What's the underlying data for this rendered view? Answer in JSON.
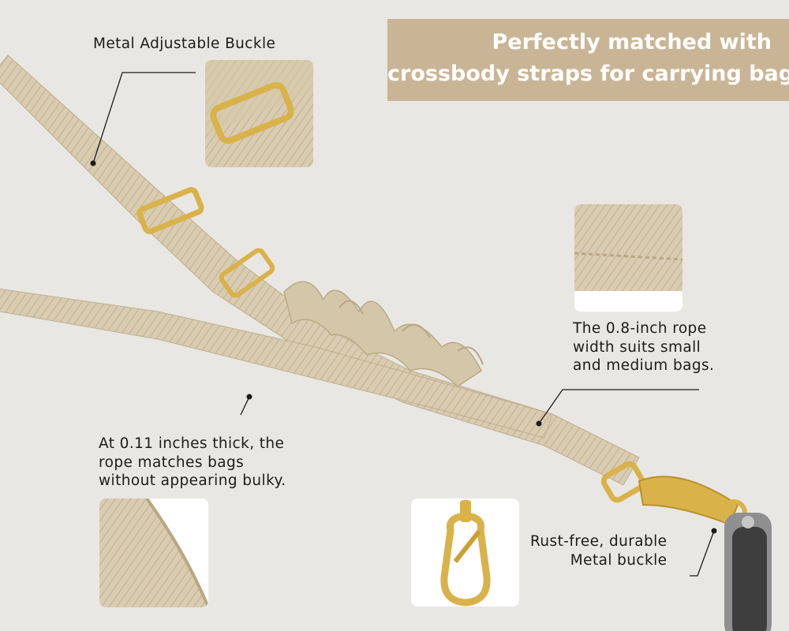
{
  "banner": {
    "line1": "Perfectly matched with",
    "line2": "crossbody straps for carrying bag"
  },
  "callouts": {
    "buckle_title": "Metal Adjustable Buckle",
    "width": {
      "line1": "The 0.8-inch rope",
      "line2": "width suits small",
      "line3": "and medium bags."
    },
    "thickness": {
      "line1": "At 0.11 inches thick, the",
      "line2": "rope matches bags",
      "line3": "without appearing bulky."
    },
    "hook": {
      "line1": "Rust-free, durable",
      "line2": "Metal buckle"
    }
  },
  "colors": {
    "background": "#e9e7e4",
    "banner": "#c9b596",
    "strap": "#d9ccb2",
    "strap_shadow": "#c6b797",
    "gold": "#d9b24a"
  }
}
